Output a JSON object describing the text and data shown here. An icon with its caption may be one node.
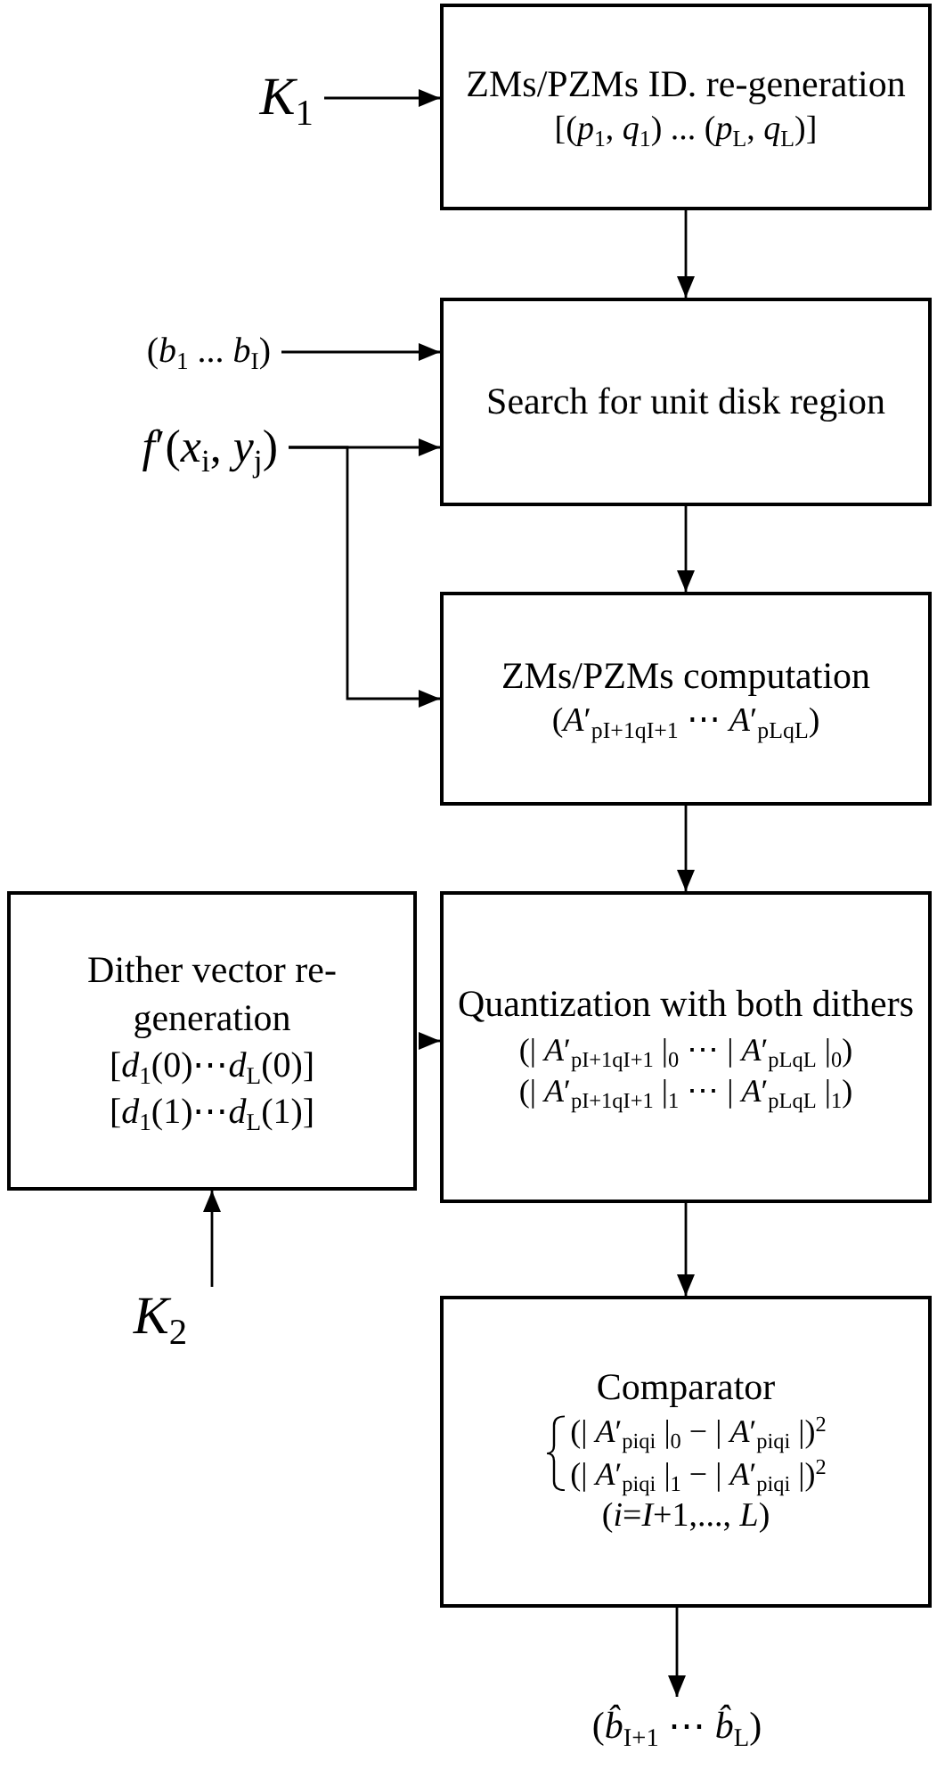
{
  "diagram": {
    "nodes": [
      {
        "text": [
          "*K*$_{1}$"
        ]
      },
      {
        "text": [
          "ZMs/PZMs ID. re-generation",
          "[(*p*$_{1}$, *q*$_{1}$) ... (*p*$_{L}$, *q*$_{L}$)]"
        ]
      },
      {
        "text": [
          "(*b*$_{1}$ ... *b*$_{I}$)"
        ]
      },
      {
        "text": [
          "*f*′(*x*$_{i}$, *y*$_{j}$)"
        ]
      },
      {
        "text": [
          "Search for unit disk region"
        ]
      },
      {
        "text": [
          "ZMs/PZMs computation",
          "(*A*′$_{pI+1qI+1}$ ⋯ *A*′$_{pLqL}$)"
        ]
      },
      {
        "text": [
          "Dither vector re-generation",
          "[*d*$_{1}$(0)⋯*d*$_{L}$(0)]",
          "[*d*$_{1}$(1)⋯*d*$_{L}$(1)]"
        ]
      },
      {
        "text": [
          "Quantization with both dithers",
          "(| *A*′$_{pI+1qI+1}$ |$_{0}$ ⋯ | *A*′$_{pLqL}$ |$_{0}$)",
          "(| *A*′$_{pI+1qI+1}$ |$_{1}$ ⋯ | *A*′$_{pLqL}$ |$_{1}$)"
        ]
      },
      {
        "text": [
          "*K*$_{2}$"
        ]
      },
      {
        "text": [
          "Comparator",
          "(| *A*′$_{piqi}$ |$_{0}$ − | *A*′$_{piqi}$ |)$^{2}$",
          "(| *A*′$_{piqi}$ |$_{1}$ − | *A*′$_{piqi}$ |)$^{2}$",
          "(*i*=*I*+1,..., *L*)"
        ]
      },
      {
        "text": [
          "(*b̂*$_{I+1}$ ⋯ *b̂*$_{L}$)"
        ]
      }
    ],
    "edges": [
      {
        "from": 0,
        "to": 1,
        "arrow": "to"
      },
      {
        "from": 1,
        "to": 4,
        "arrow": "to"
      },
      {
        "from": 2,
        "to": 4,
        "arrow": "to"
      },
      {
        "from": 3,
        "to": 4,
        "arrow": "to"
      },
      {
        "from": 3,
        "to": 5,
        "arrow": "to"
      },
      {
        "from": 4,
        "to": 5,
        "arrow": "to"
      },
      {
        "from": 5,
        "to": 7,
        "arrow": "to"
      },
      {
        "from": 6,
        "to": 7,
        "arrow": "to"
      },
      {
        "from": 8,
        "to": 6,
        "arrow": "to"
      },
      {
        "from": 7,
        "to": 9,
        "arrow": "to"
      },
      {
        "from": 9,
        "to": 10,
        "arrow": "to"
      }
    ]
  }
}
